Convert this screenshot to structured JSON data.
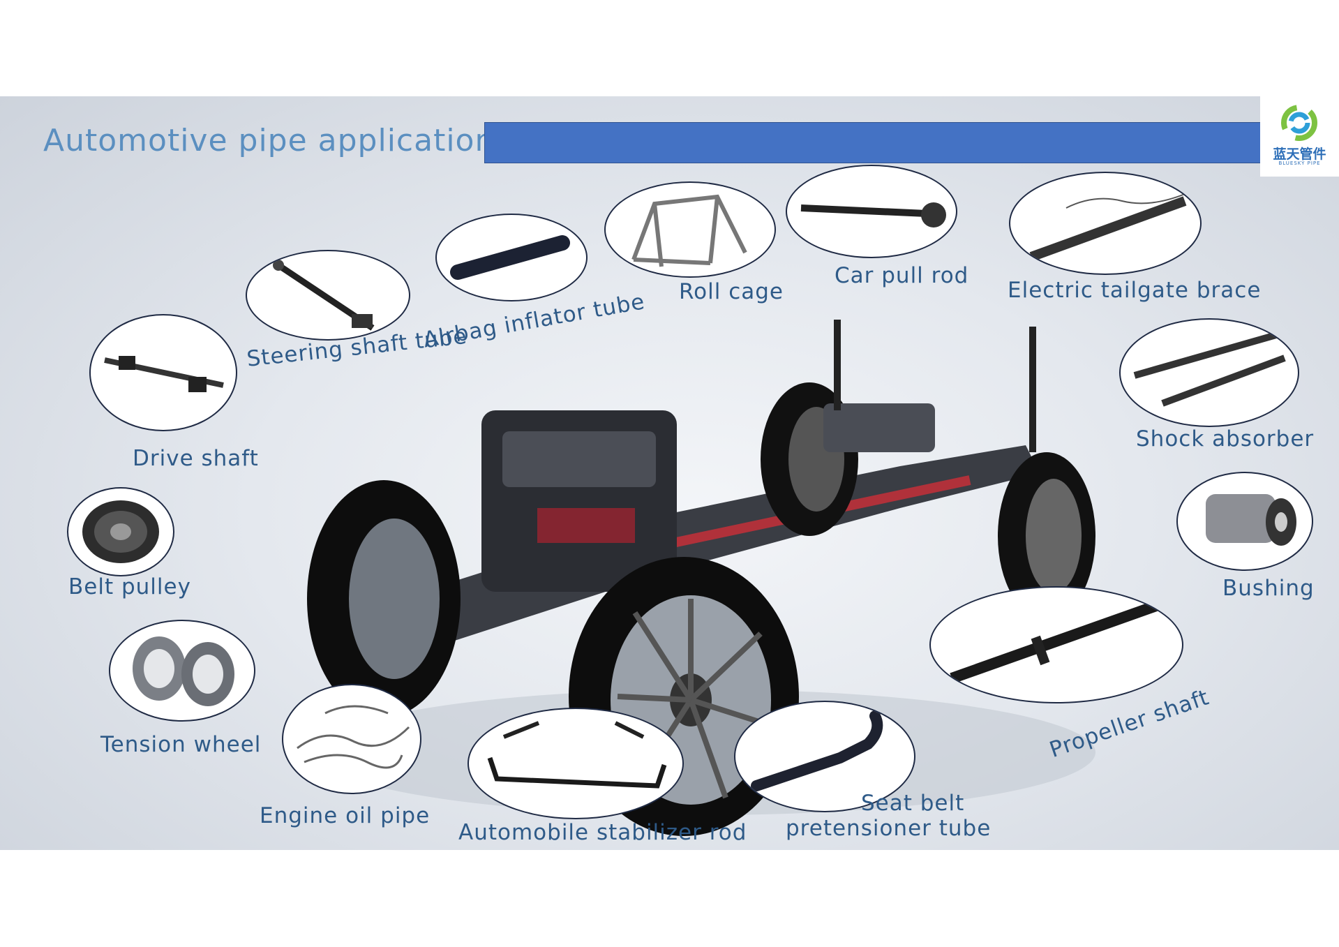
{
  "title": "Automotive pipe application",
  "logo": {
    "cn": "蓝天管件",
    "en": "BLUESKY PIPE"
  },
  "colors": {
    "title": "#5b8fc0",
    "bar": "#4472c4",
    "label": "#2e5a88"
  },
  "parts": [
    {
      "id": "steering",
      "label": "Steering shaft tube"
    },
    {
      "id": "airbag",
      "label": "Airbag inflator tube"
    },
    {
      "id": "rollcage",
      "label": "Roll cage"
    },
    {
      "id": "pullrod",
      "label": "Car pull rod"
    },
    {
      "id": "tailgate",
      "label": "Electric tailgate brace"
    },
    {
      "id": "driveshaft",
      "label": "Drive shaft"
    },
    {
      "id": "shock",
      "label": "Shock absorber"
    },
    {
      "id": "pulley",
      "label": "Belt pulley"
    },
    {
      "id": "bushing",
      "label": "Bushing"
    },
    {
      "id": "tension",
      "label": "Tension wheel"
    },
    {
      "id": "propeller",
      "label": "Propeller shaft"
    },
    {
      "id": "oilpipe",
      "label": "Engine oil pipe"
    },
    {
      "id": "stabilizer",
      "label": "Automobile stabilizer rod"
    },
    {
      "id": "seatbelt",
      "label": "Seat belt",
      "label2": "pretensioner tube"
    }
  ]
}
